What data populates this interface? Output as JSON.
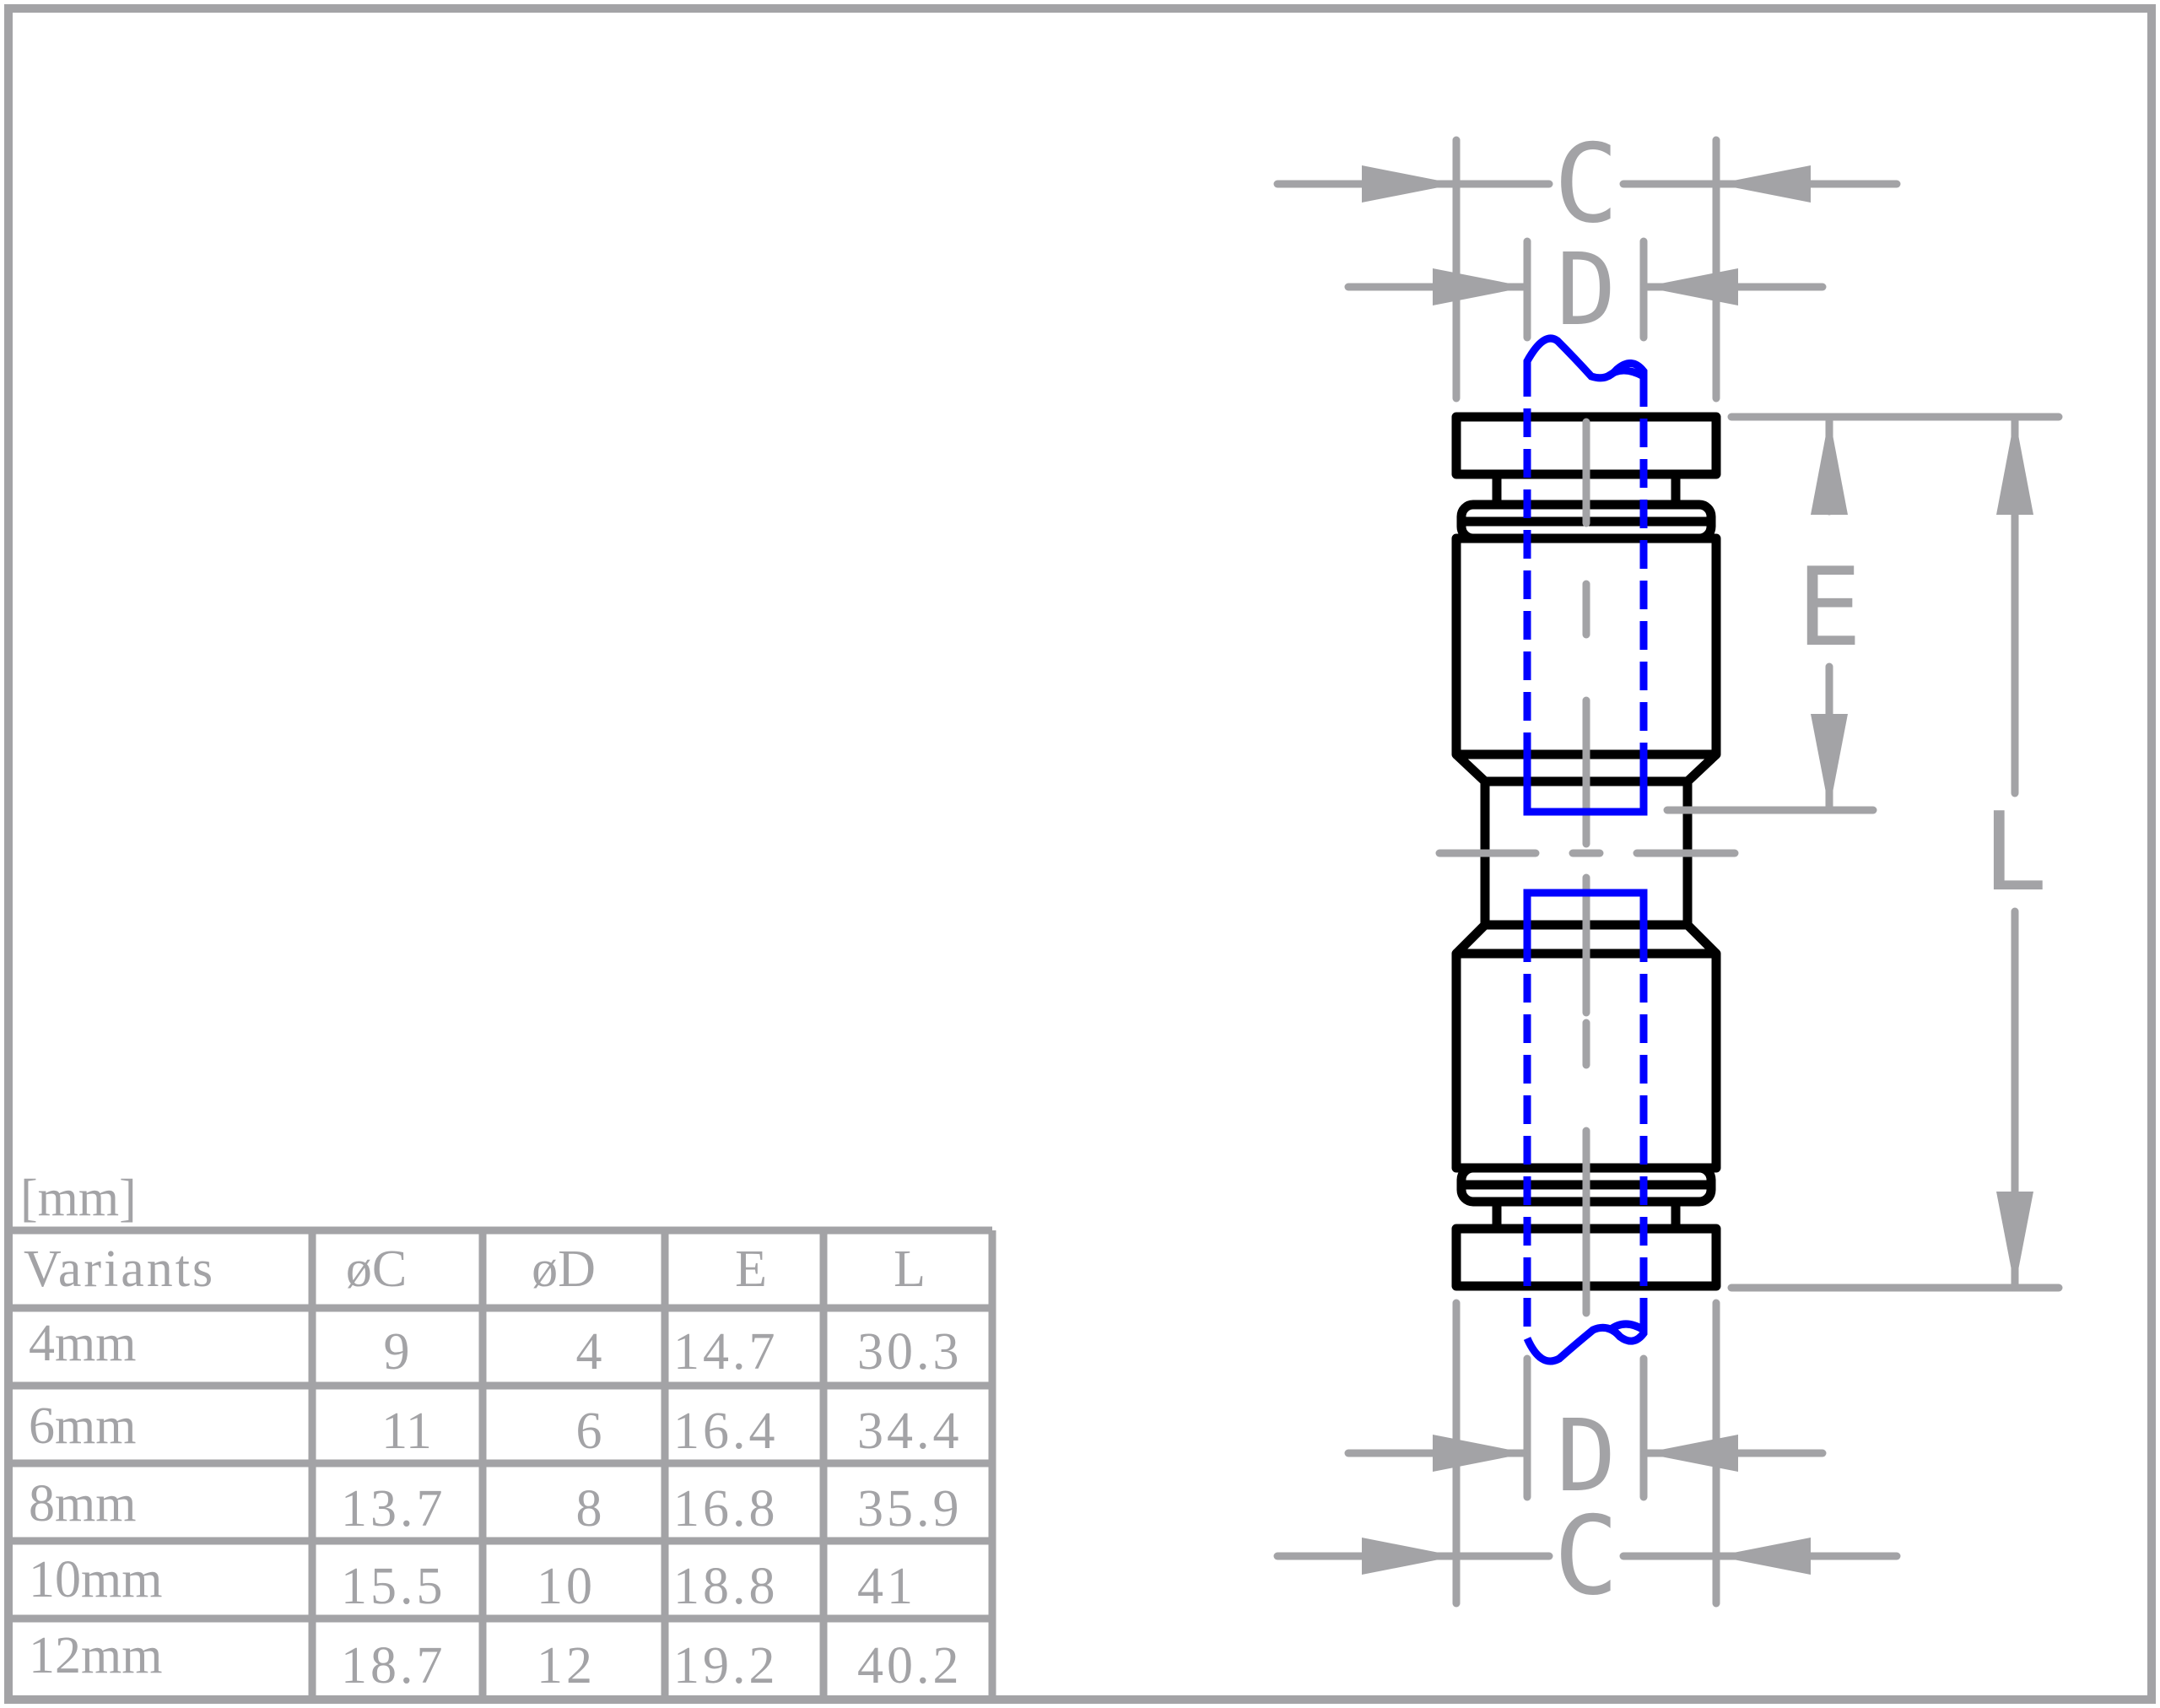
{
  "unit_label": "[mm]",
  "dimension_labels": {
    "top_outer": "C",
    "top_inner": "D",
    "bottom_inner": "D",
    "bottom_outer": "C",
    "insertion_depth": "E",
    "overall_length": "L"
  },
  "table": {
    "headers": [
      "Variants",
      "øC",
      "øD",
      "E",
      "L"
    ],
    "rows": [
      [
        "4mm",
        "9",
        "4",
        "14.7",
        "30.3"
      ],
      [
        "6mm",
        "11",
        "6",
        "16.4",
        "34.4"
      ],
      [
        "8mm",
        "13.7",
        "8",
        "16.8",
        "35.9"
      ],
      [
        "10mm",
        "15.5",
        "10",
        "18.8",
        "41"
      ],
      [
        "12mm",
        "18.7",
        "12",
        "19.2",
        "40.2"
      ]
    ]
  },
  "colors": {
    "frame": "#a3a3a6",
    "part_outline": "#000000",
    "tube": "#0000ff",
    "dimension": "#a3a3a6"
  }
}
